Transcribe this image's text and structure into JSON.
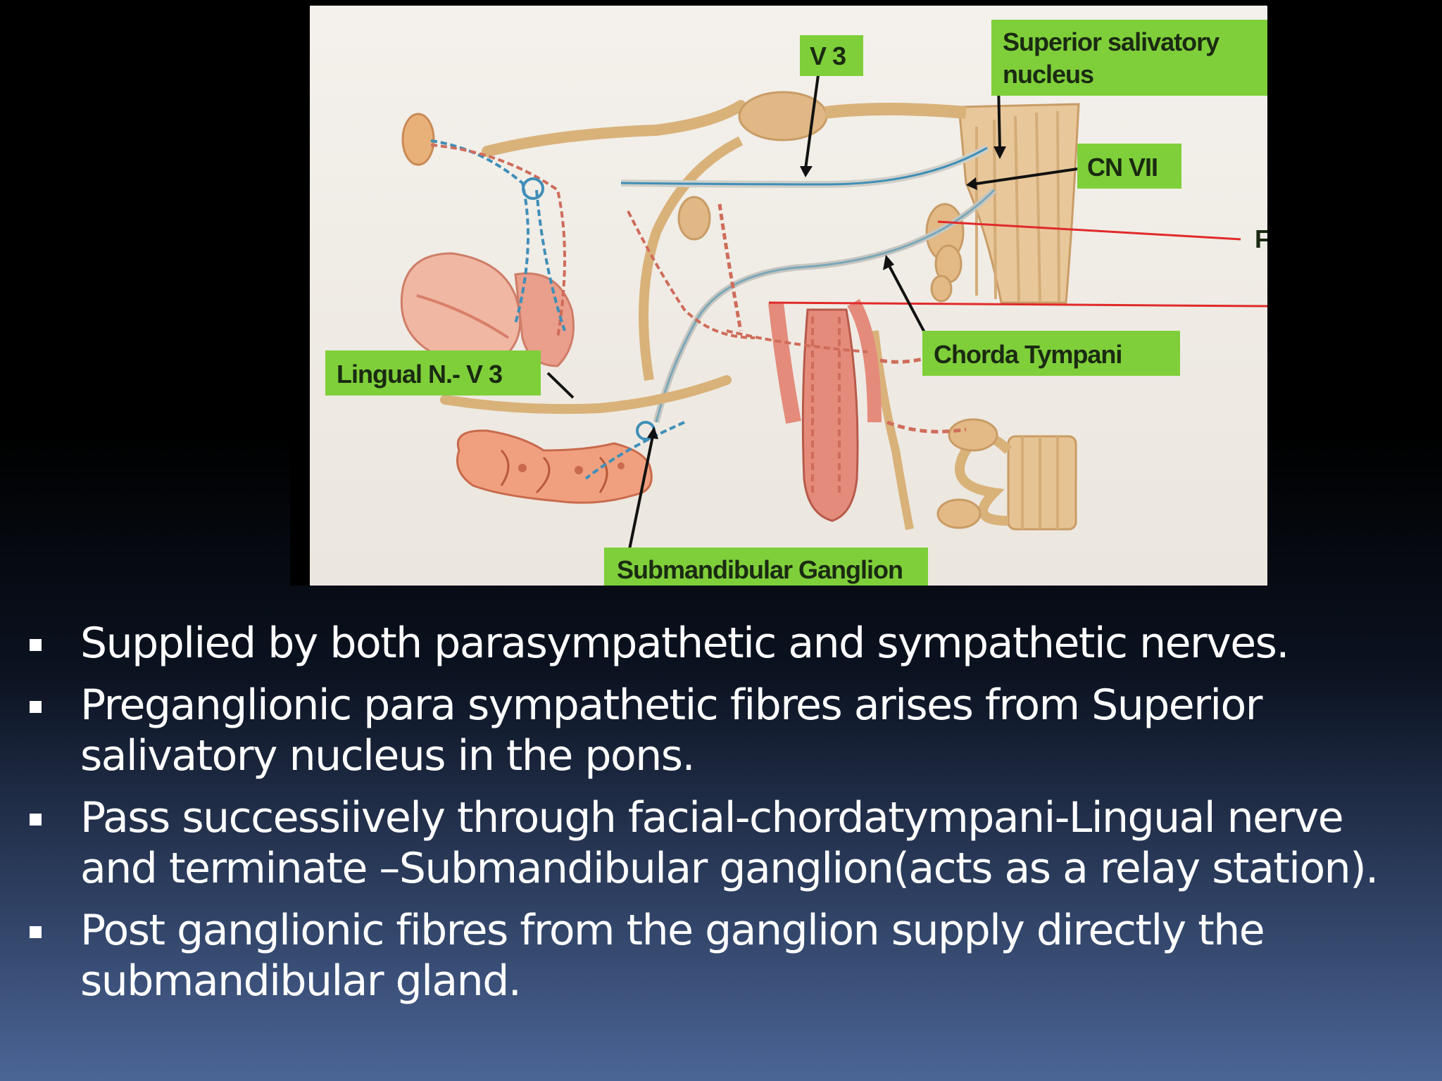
{
  "figure": {
    "labels": {
      "v3": "V 3",
      "superior_salivatory_nucleus_line1": "Superior salivatory",
      "superior_salivatory_nucleus_line2": "nucleus",
      "cn_vii": "CN VII",
      "chorda_tympani": "Chorda Tympani",
      "lingual_nerve": "Lingual N.- V 3",
      "submandibular_ganglion": "Submandibular Ganglion",
      "cut_off_label": "F"
    },
    "colors": {
      "label_bg": "#7fcf3a",
      "nerve": "#d9b27a",
      "artery": "#d9786a",
      "blue_fibre": "#3f8fb8",
      "pointer_line": "#e02a2a"
    }
  },
  "bullets": [
    {
      "text": "Supplied by both parasympathetic and sympathetic nerves."
    },
    {
      "text": "Preganglionic para sympathetic fibres arises from  Superior salivatory nucleus in the pons."
    },
    {
      "text": "Pass successiively through  facial-chordatympani-Lingual nerve and terminate –Submandibular ganglion(acts as a relay station)."
    },
    {
      "text": "Post ganglionic fibres from the  ganglion supply  directly the submandibular gland."
    }
  ]
}
